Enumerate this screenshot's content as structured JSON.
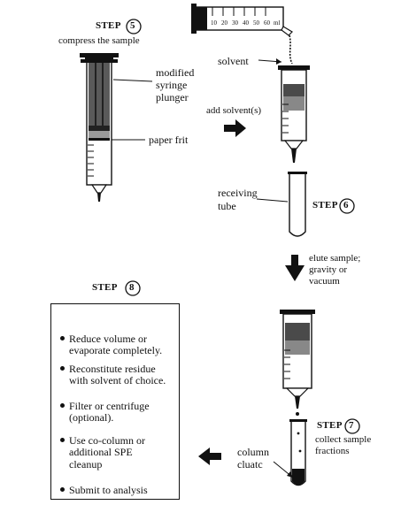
{
  "step5": {
    "label": "STEP",
    "number": "5",
    "caption": "compress the sample",
    "plunger_label_1": "modified",
    "plunger_label_2": "syringe",
    "plunger_label_3": "plunger",
    "frit_label": "paper frit"
  },
  "step6": {
    "label": "STEP",
    "number": "6",
    "solvent_label": "solvent",
    "add_solvent_label": "add solvent(s)",
    "receiving_tube_1": "receiving",
    "receiving_tube_2": "tube",
    "elute_1": "elute sample;",
    "elute_2": "gravity or",
    "elute_3": "vacuum"
  },
  "step7": {
    "label": "STEP",
    "number": "7",
    "caption_1": "collect sample",
    "caption_2": "fractions",
    "eluate_1": "column",
    "eluate_2": "cluatc"
  },
  "step8": {
    "label": "STEP",
    "number": "8",
    "items": [
      {
        "line1": "Reduce volume or",
        "line2": "evaporate completely."
      },
      {
        "line1": "Reconstitute residue",
        "line2": "with solvent of choice."
      },
      {
        "line1": "Filter or centrifuge",
        "line2": "(optional)."
      },
      {
        "line1": "Use co-column or",
        "line2": "additional SPE",
        "line3": "cleanup"
      },
      {
        "line1": "Submit to analysis",
        "line2": ""
      }
    ]
  },
  "cylinder_marks": [
    "10",
    "20",
    "30",
    "40",
    "50",
    "60",
    "ml"
  ],
  "icons": [
    "right-arrow-icon",
    "down-arrow-icon",
    "left-arrow-icon"
  ]
}
